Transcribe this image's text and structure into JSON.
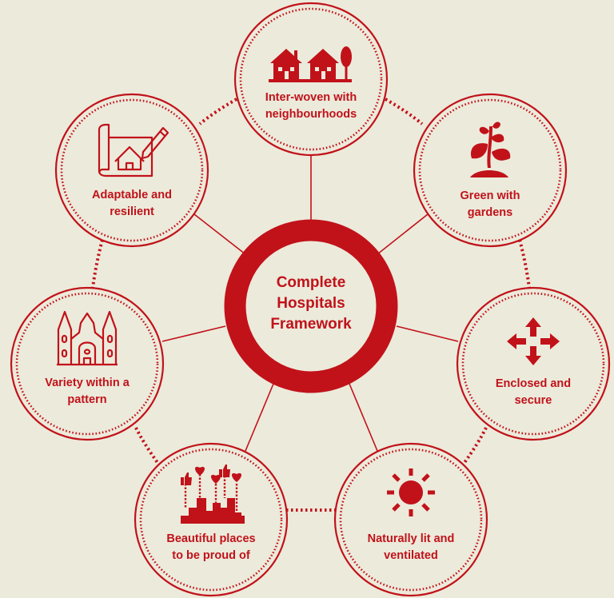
{
  "colors": {
    "background": "#ECEADB",
    "accent": "#C1121A"
  },
  "center": {
    "lines": [
      "Complete",
      "Hospitals",
      "Framework"
    ]
  },
  "nodes": [
    {
      "id": "top",
      "icon": "houses-and-tree-icon",
      "lines": [
        "Inter-woven with",
        "neighbourhoods"
      ]
    },
    {
      "id": "upper-right",
      "icon": "plant-sprout-icon",
      "lines": [
        "Green with",
        "gardens"
      ]
    },
    {
      "id": "right",
      "icon": "four-arrows-icon",
      "lines": [
        "Enclosed and",
        "secure"
      ]
    },
    {
      "id": "bottom-right",
      "icon": "sun-icon",
      "lines": [
        "Naturally lit and",
        "ventilated"
      ]
    },
    {
      "id": "bottom-left",
      "icon": "buildings-likes-hearts-icon",
      "lines": [
        "Beautiful places",
        "to be proud of"
      ]
    },
    {
      "id": "left",
      "icon": "cathedral-icon",
      "lines": [
        "Variety within a",
        "pattern"
      ]
    },
    {
      "id": "upper-left",
      "icon": "blueprint-house-pencil-icon",
      "lines": [
        "Adaptable and",
        "resilient"
      ]
    }
  ]
}
